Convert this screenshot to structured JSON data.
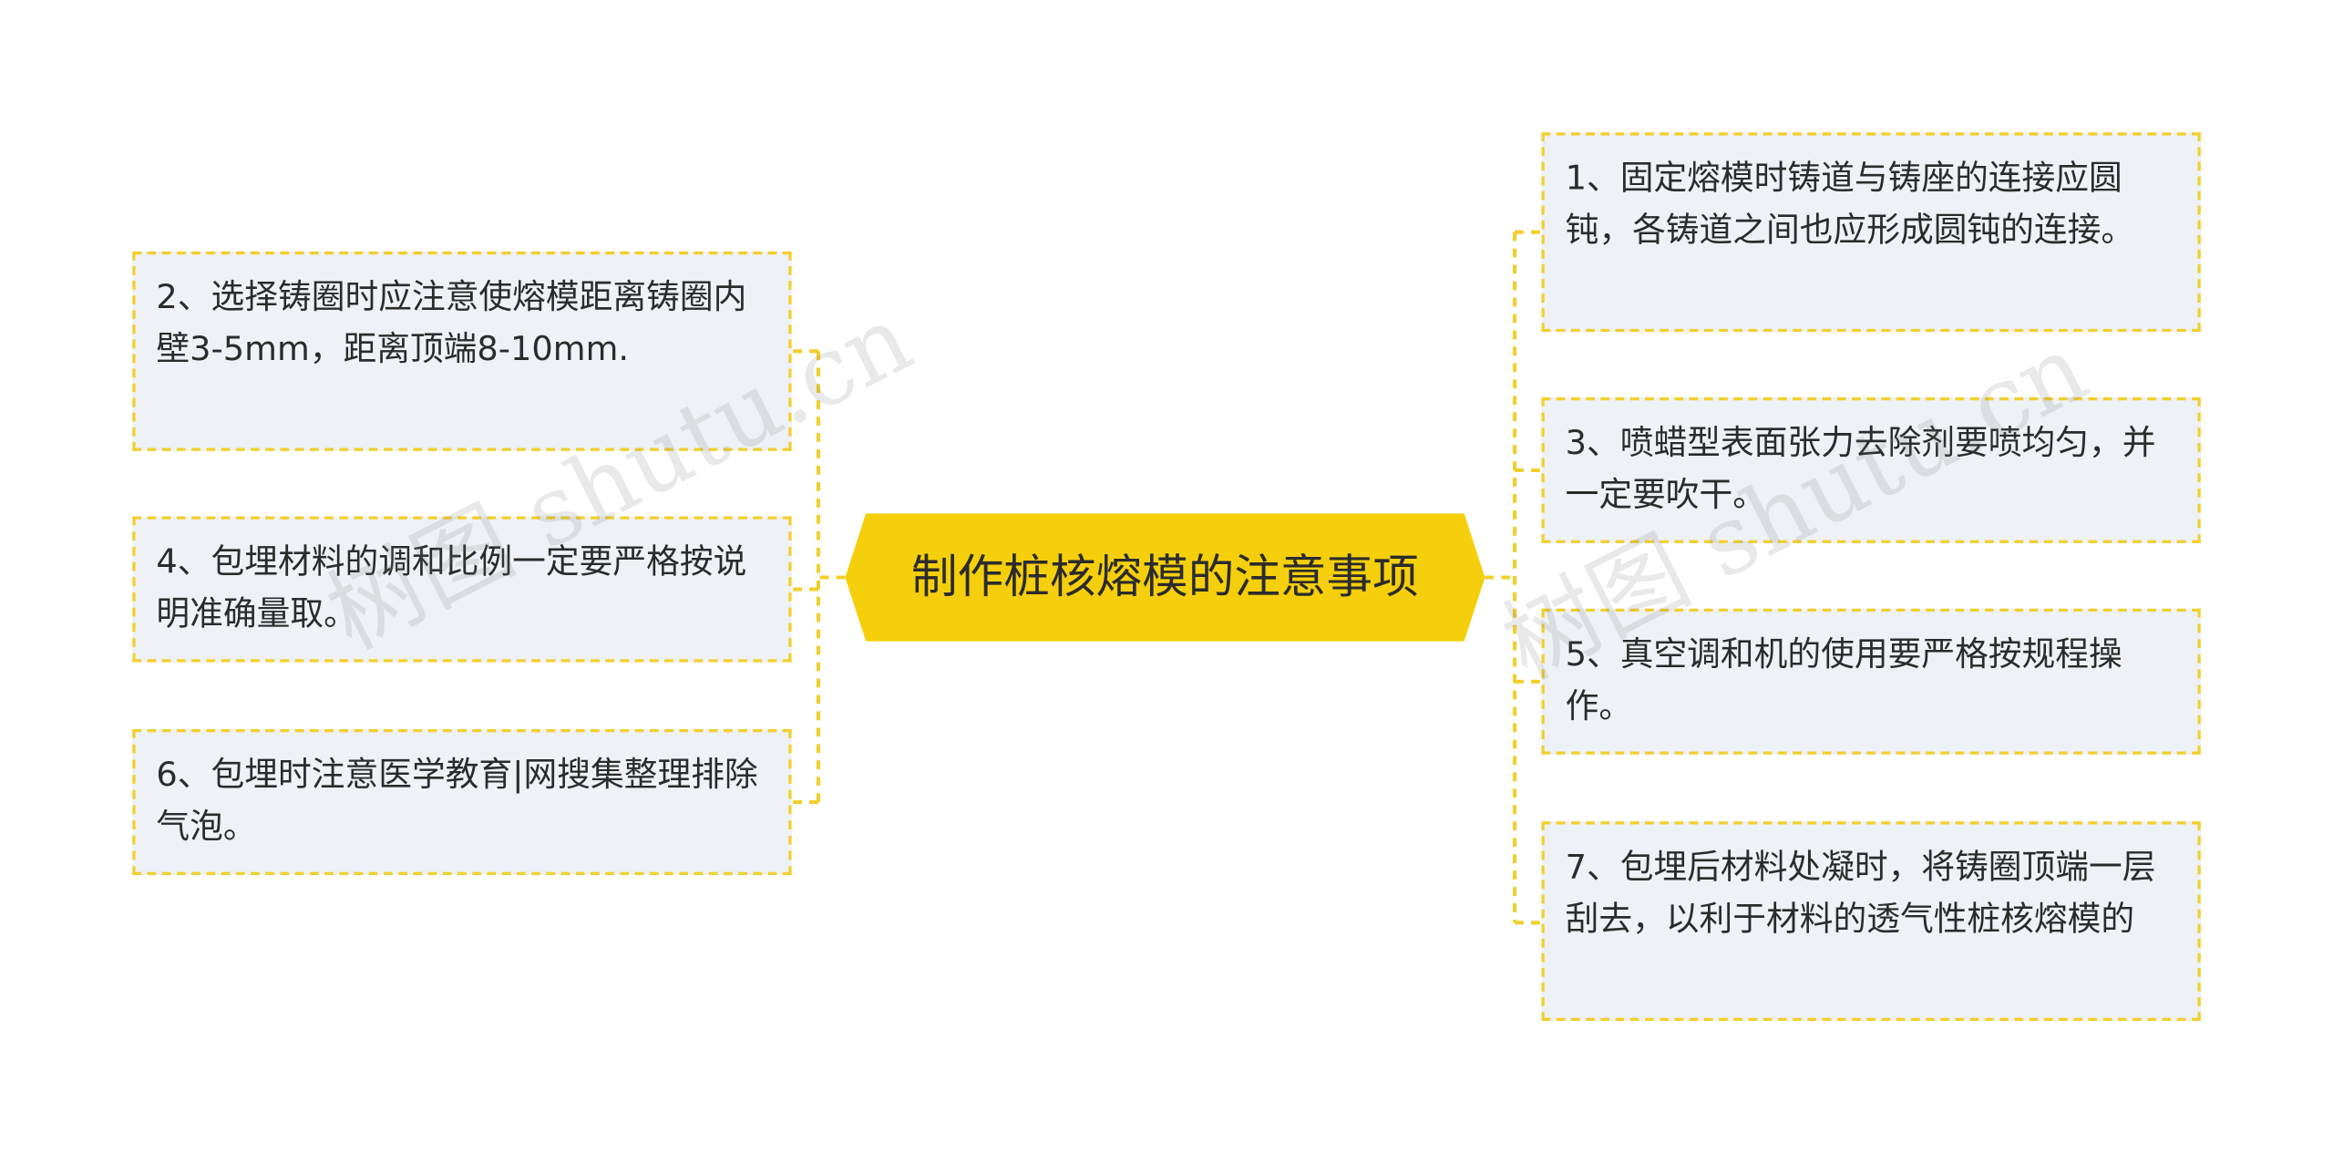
{
  "central": {
    "title": "制作桩核熔模的注意事项"
  },
  "left_nodes": [
    {
      "text": "2、选择铸圈时应注意使熔模距离铸圈内壁3-5mm，距离顶端8-10mm."
    },
    {
      "text": "4、包埋材料的调和比例一定要严格按说明准确量取。"
    },
    {
      "text": "6、包埋时注意医学教育|网搜集整理排除气泡。"
    }
  ],
  "right_nodes": [
    {
      "text": "1、固定熔模时铸道与铸座的连接应圆钝，各铸道之间也应形成圆钝的连接。"
    },
    {
      "text": "3、喷蜡型表面张力去除剂要喷均匀，并一定要吹干。"
    },
    {
      "text": "5、真空调和机的使用要严格按规程操作。"
    },
    {
      "text": "7、包埋后材料处凝时，将铸圈顶端一层刮去，以利于材料的透气性桩核熔模的"
    }
  ],
  "watermark": {
    "text": "树图 shutu.cn"
  },
  "colors": {
    "central_fill": "#f5cf0b",
    "connector": "#f2cf2c",
    "node_fill": "#eef1f5",
    "node_border": "#f2cf2c"
  }
}
